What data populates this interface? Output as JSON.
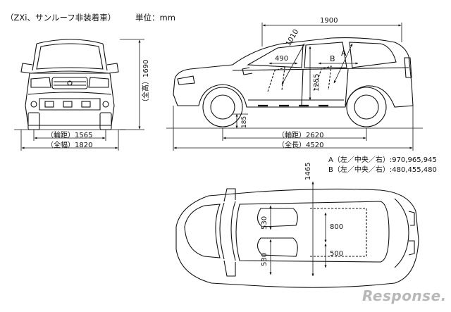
{
  "header": {
    "note": "（ZXi、サンルーフ非装着車）",
    "unit": "単位：mm"
  },
  "front_view": {
    "height": "（全高）1690",
    "tread": "（輪距）1565",
    "width": "（全幅）1820"
  },
  "side_view": {
    "overall_top": "1900",
    "dim_490": "490",
    "dim_1010": "1010",
    "seat_b": "B",
    "seat_a": "A",
    "dim_1255": "1255",
    "ground_clearance": "185",
    "wheelbase": "（軸距）2620",
    "length": "（全長）4520"
  },
  "interior_notes": {
    "a": "A（左／中央／右）:970,965,945",
    "b": "B（左／中央／右）:480,455,480"
  },
  "top_view": {
    "dim_1465": "1465",
    "front_seat_530": "530",
    "rear_seat_530": "530",
    "dim_800": "800",
    "dim_500": "500"
  },
  "watermark": "Response."
}
